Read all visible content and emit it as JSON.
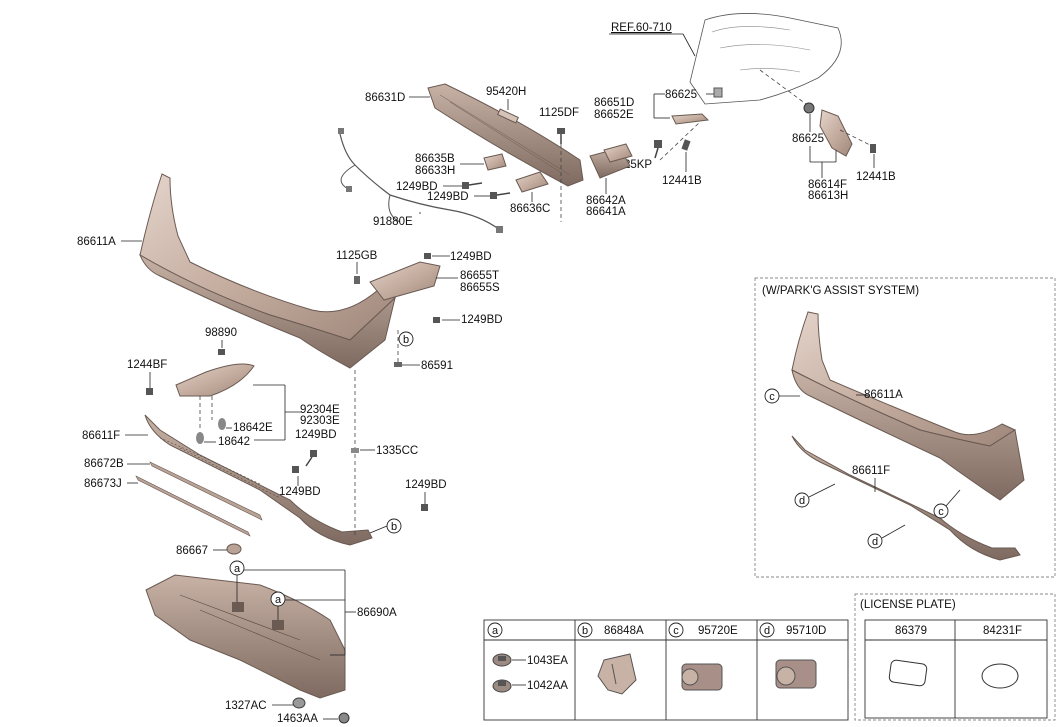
{
  "diagram": {
    "ref": "REF.60-710",
    "labels": {
      "p86631D": "86631D",
      "p95420H": "95420H",
      "p1125DF": "1125DF",
      "p86651D": "86651D",
      "p86652E": "86652E",
      "p86625a": "86625",
      "p86625b": "86625",
      "p86635B": "86635B",
      "p86633H": "86633H",
      "p1249BD_1": "1249BD",
      "p1249BD_2": "1249BD",
      "p1249BD_3": "1249BD",
      "p1249BD_4": "1249BD",
      "p1249BD_5": "1249BD",
      "p1249BD_6": "1249BD",
      "p1249BD_7": "1249BD",
      "p1125KP": "1125KP",
      "p12441B_a": "12441B",
      "p12441B_b": "12441B",
      "p86642A": "86642A",
      "p86641A": "86641A",
      "p86636C": "86636C",
      "p86614F": "86614F",
      "p86613H": "86613H",
      "p91880E": "91880E",
      "p86611A": "86611A",
      "p1125GB": "1125GB",
      "p86655T": "86655T",
      "p86655S": "86655S",
      "p98890": "98890",
      "p1244BF": "1244BF",
      "p86591": "86591",
      "p92304E": "92304E",
      "p92303E": "92303E",
      "p18642E": "18642E",
      "p18642": "18642",
      "p86611F": "86611F",
      "p1335CC": "1335CC",
      "p86672B": "86672B",
      "p86673J": "86673J",
      "p86667": "86667",
      "p86690A": "86690A",
      "p1327AC": "1327AC",
      "p1463AA": "1463AA"
    },
    "callouts": {
      "a": "a",
      "b": "b",
      "c": "c",
      "d": "d"
    }
  },
  "park_assist": {
    "title": "(W/PARK'G ASSIST SYSTEM)",
    "bumper_label": "86611A",
    "lower_label": "86611F"
  },
  "legend_table": {
    "cells": [
      {
        "letter": "a",
        "part": ""
      },
      {
        "letter": "b",
        "part": "86848A"
      },
      {
        "letter": "c",
        "part": "95720E"
      },
      {
        "letter": "d",
        "part": "95710D"
      }
    ],
    "a_parts": [
      "1043EA",
      "1042AA"
    ]
  },
  "license_plate": {
    "title": "(LICENSE PLATE)",
    "parts": [
      "86379",
      "84231F"
    ]
  },
  "colors": {
    "part_fill": "#c9b3a7",
    "part_dark": "#8a7468",
    "line": "#222222"
  }
}
